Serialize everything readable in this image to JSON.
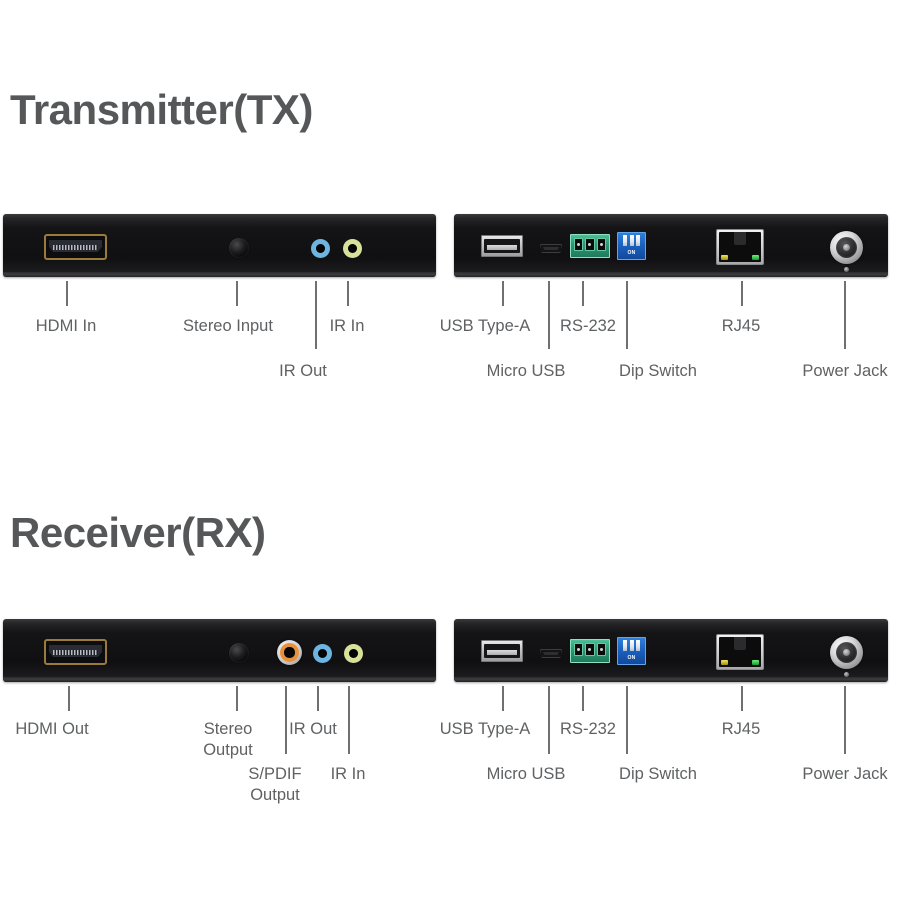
{
  "sections": [
    {
      "id": "transmitter",
      "title": "Transmitter(TX)",
      "front_panel": {
        "name": "tx-front-panel",
        "ports": [
          {
            "name": "hdmi-in-port",
            "type": "hdmi"
          },
          {
            "name": "stereo-input-jack",
            "type": "jack-3.5mm",
            "color": "#1d1d20"
          },
          {
            "name": "ir-out-jack",
            "type": "jack-3.5mm-ring",
            "color": "#6db5e0"
          },
          {
            "name": "ir-in-jack",
            "type": "jack-3.5mm-ring",
            "color": "#d8e09a"
          }
        ],
        "labels": [
          {
            "text": "HDMI In",
            "row": 1
          },
          {
            "text": "Stereo Input",
            "row": 1
          },
          {
            "text": "IR In",
            "row": 1
          },
          {
            "text": "IR Out",
            "row": 2
          }
        ]
      },
      "rear_panel": {
        "name": "tx-rear-panel",
        "ports": [
          {
            "name": "usb-type-a-port",
            "type": "usb-a"
          },
          {
            "name": "micro-usb-port",
            "type": "micro-usb"
          },
          {
            "name": "rs-232-terminal",
            "type": "terminal-block",
            "pins": 3,
            "color": "#2f9a75"
          },
          {
            "name": "dip-switch",
            "type": "dip-switch",
            "switches": 3,
            "color": "#1b62c0",
            "marking": "ON"
          },
          {
            "name": "rj45-port",
            "type": "rj45",
            "leds": [
              "yellow",
              "green"
            ]
          },
          {
            "name": "power-jack",
            "type": "barrel-jack"
          }
        ],
        "labels": [
          {
            "text": "USB Type-A",
            "row": 1
          },
          {
            "text": "RS-232",
            "row": 1
          },
          {
            "text": "RJ45",
            "row": 1
          },
          {
            "text": "Micro USB",
            "row": 2
          },
          {
            "text": "Dip Switch",
            "row": 2
          },
          {
            "text": "Power Jack",
            "row": 2
          }
        ]
      }
    },
    {
      "id": "receiver",
      "title": "Receiver(RX)",
      "front_panel": {
        "name": "rx-front-panel",
        "ports": [
          {
            "name": "hdmi-out-port",
            "type": "hdmi"
          },
          {
            "name": "stereo-output-jack",
            "type": "jack-3.5mm",
            "color": "#1d1d20"
          },
          {
            "name": "spdif-output-jack",
            "type": "rca",
            "color": "#e8913c"
          },
          {
            "name": "ir-out-jack",
            "type": "jack-3.5mm-ring",
            "color": "#6db5e0"
          },
          {
            "name": "ir-in-jack",
            "type": "jack-3.5mm-ring",
            "color": "#d8e09a"
          }
        ],
        "labels": [
          {
            "text": "HDMI Out",
            "row": 1
          },
          {
            "text": "Stereo",
            "row": 1
          },
          {
            "text": "Output",
            "row": 1
          },
          {
            "text": "IR Out",
            "row": 1
          },
          {
            "text": "S/PDIF",
            "row": 2
          },
          {
            "text": "Output",
            "row": 2
          },
          {
            "text": "IR In",
            "row": 2
          }
        ]
      },
      "rear_panel": {
        "name": "rx-rear-panel",
        "ports": [
          {
            "name": "usb-type-a-port",
            "type": "usb-a"
          },
          {
            "name": "micro-usb-port",
            "type": "micro-usb"
          },
          {
            "name": "rs-232-terminal",
            "type": "terminal-block",
            "pins": 3,
            "color": "#2f9a75"
          },
          {
            "name": "dip-switch",
            "type": "dip-switch",
            "switches": 3,
            "color": "#1b62c0",
            "marking": "ON"
          },
          {
            "name": "rj45-port",
            "type": "rj45",
            "leds": [
              "yellow",
              "green"
            ]
          },
          {
            "name": "power-jack",
            "type": "barrel-jack"
          }
        ],
        "labels": [
          {
            "text": "USB Type-A",
            "row": 1
          },
          {
            "text": "RS-232",
            "row": 1
          },
          {
            "text": "RJ45",
            "row": 1
          },
          {
            "text": "Micro USB",
            "row": 2
          },
          {
            "text": "Dip Switch",
            "row": 2
          },
          {
            "text": "Power Jack",
            "row": 2
          }
        ]
      }
    }
  ],
  "tx": {
    "title": "Transmitter(TX)",
    "front": {
      "hdmi_in": "HDMI In",
      "stereo_input": "Stereo Input",
      "ir_in": "IR In",
      "ir_out": "IR Out"
    },
    "rear": {
      "usb_type_a": "USB Type-A",
      "rs_232": "RS-232",
      "rj45": "RJ45",
      "micro_usb": "Micro USB",
      "dip_switch": "Dip Switch",
      "power_jack": "Power Jack",
      "dip_marking": "ON"
    }
  },
  "rx": {
    "title": "Receiver(RX)",
    "front": {
      "hdmi_out": "HDMI Out",
      "stereo_line1": "Stereo",
      "stereo_line2": "Output",
      "spdif_line1": "S/PDIF",
      "spdif_line2": "Output",
      "ir_out": "IR Out",
      "ir_in": "IR In"
    },
    "rear": {
      "usb_type_a": "USB Type-A",
      "rs_232": "RS-232",
      "rj45": "RJ45",
      "micro_usb": "Micro USB",
      "dip_switch": "Dip Switch",
      "power_jack": "Power Jack",
      "dip_marking": "ON"
    }
  },
  "colors": {
    "heading": "#555759",
    "label": "#5f6163",
    "leader": "#6e7072",
    "chassis": "#141416",
    "hdmi_gold": "#9a7b3c",
    "ir_out_blue": "#6db5e0",
    "ir_in_yellow": "#d8e09a",
    "spdif_orange": "#e8913c",
    "terminal_green": "#2f9a75",
    "dip_blue": "#1b62c0",
    "background": "#ffffff"
  }
}
